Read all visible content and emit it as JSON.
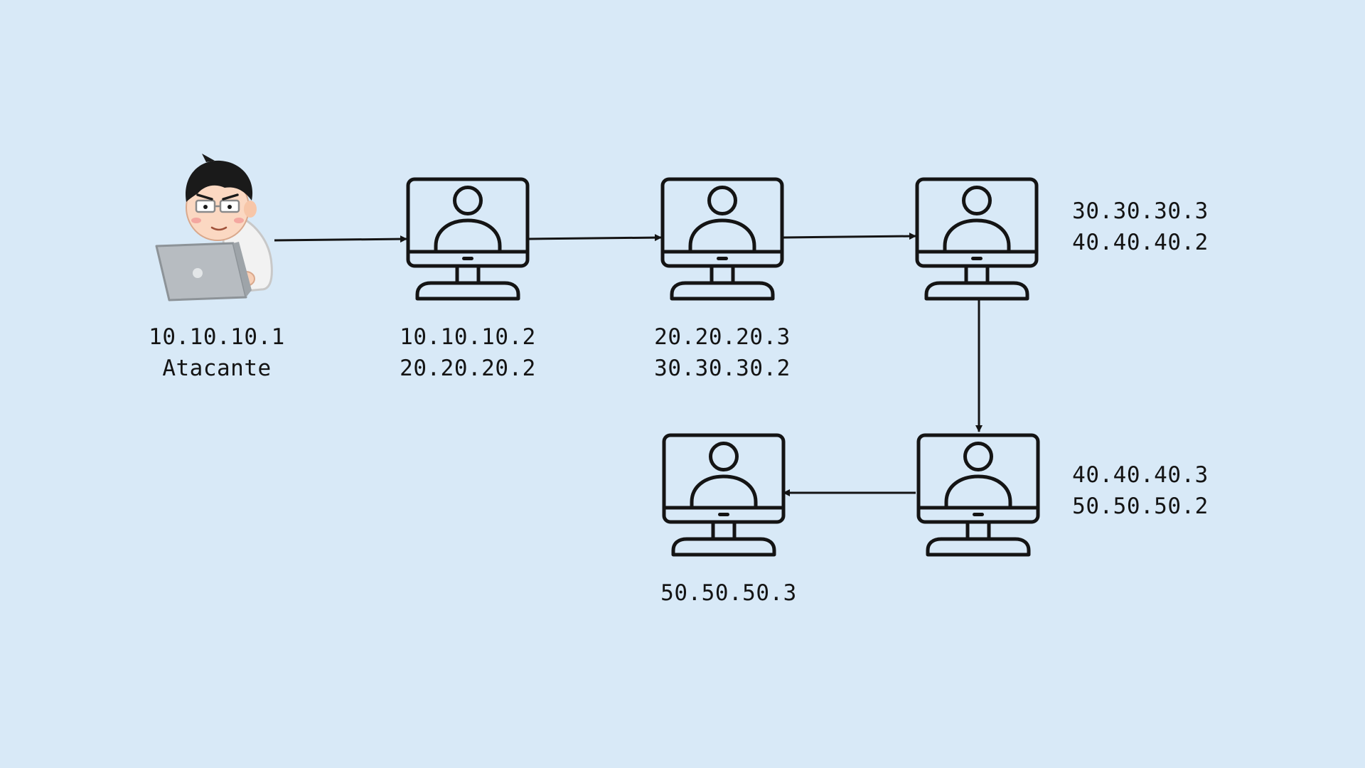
{
  "colors": {
    "background": "#d8e9f7",
    "stroke": "#141414"
  },
  "nodes": [
    {
      "id": "attacker",
      "icon": "attacker-with-laptop-icon",
      "lines": [
        "10.10.10.1",
        "Atacante"
      ]
    },
    {
      "id": "pc1",
      "icon": "computer-user-icon",
      "lines": [
        "10.10.10.2",
        "20.20.20.2"
      ]
    },
    {
      "id": "pc2",
      "icon": "computer-user-icon",
      "lines": [
        "20.20.20.3",
        "30.30.30.2"
      ]
    },
    {
      "id": "pc3",
      "icon": "computer-user-icon",
      "lines": [
        "30.30.30.3",
        "40.40.40.2"
      ]
    },
    {
      "id": "pc4",
      "icon": "computer-user-icon",
      "lines": [
        "40.40.40.3",
        "50.50.50.2"
      ]
    },
    {
      "id": "pc5",
      "icon": "computer-user-icon",
      "lines": [
        "50.50.50.3"
      ]
    }
  ],
  "edges": [
    {
      "from": "attacker",
      "to": "pc1"
    },
    {
      "from": "pc1",
      "to": "pc2"
    },
    {
      "from": "pc2",
      "to": "pc3"
    },
    {
      "from": "pc3",
      "to": "pc4"
    },
    {
      "from": "pc4",
      "to": "pc5"
    }
  ]
}
